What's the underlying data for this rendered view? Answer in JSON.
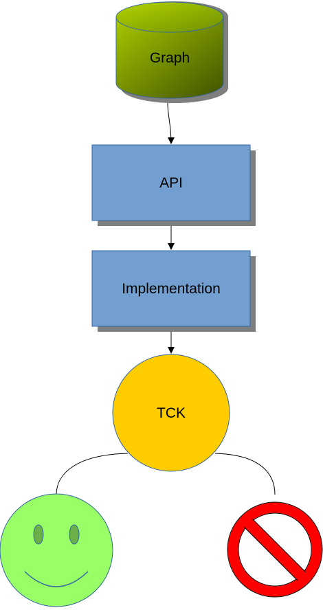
{
  "diagram": {
    "nodes": {
      "graph": {
        "label": "Graph",
        "shape": "database-cylinder",
        "fill_light": "#a8c800",
        "fill_dark": "#3f5200"
      },
      "api": {
        "label": "API",
        "shape": "rectangle",
        "fill": "#729fcf"
      },
      "implementation": {
        "label": "Implementation",
        "shape": "rectangle",
        "fill": "#729fcf"
      },
      "tck": {
        "label": "TCK",
        "shape": "circle",
        "fill": "#ffcc00"
      }
    },
    "outcomes": {
      "pass": {
        "icon": "smiley-face-icon",
        "fill": "#99ff66"
      },
      "fail": {
        "icon": "prohibited-icon",
        "fill": "#ff0000"
      }
    },
    "edges": [
      {
        "from": "graph",
        "to": "api"
      },
      {
        "from": "api",
        "to": "implementation"
      },
      {
        "from": "implementation",
        "to": "tck"
      },
      {
        "from": "tck",
        "to": "pass"
      },
      {
        "from": "tck",
        "to": "fail"
      }
    ],
    "colors": {
      "shadow": "#7f7f7f",
      "stroke": "#3465a4",
      "connector": "#000000"
    }
  }
}
